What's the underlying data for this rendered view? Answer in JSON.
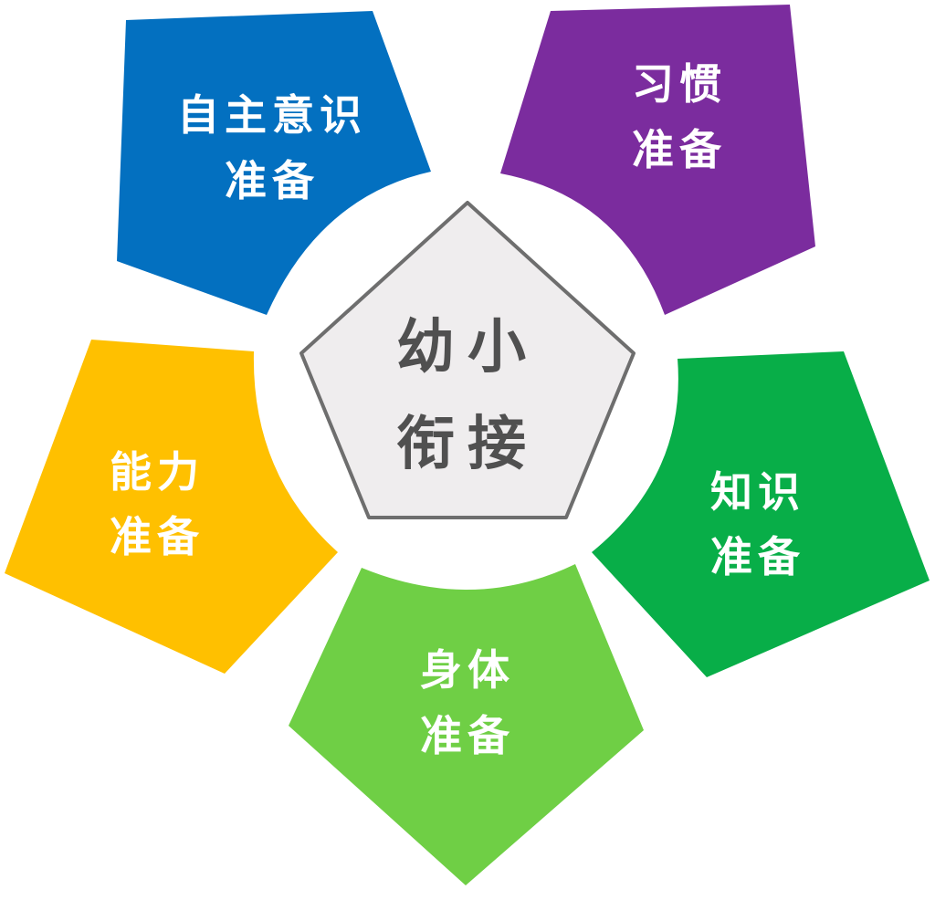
{
  "center": {
    "line1": "幼小",
    "line2": "衔接"
  },
  "petals": [
    {
      "id": "self-awareness",
      "line1": "自主意识",
      "line2": "准备",
      "color": "#0370C0"
    },
    {
      "id": "habit",
      "line1": "习惯",
      "line2": "准备",
      "color": "#7B2C9E"
    },
    {
      "id": "knowledge",
      "line1": "知识",
      "line2": "准备",
      "color": "#08AE48"
    },
    {
      "id": "body",
      "line1": "身体",
      "line2": "准备",
      "color": "#6FCF45"
    },
    {
      "id": "ability",
      "line1": "能力",
      "line2": "准备",
      "color": "#FFC000"
    }
  ],
  "colors": {
    "center_fill": "#EFEDEE",
    "center_stroke": "#6E6E6E",
    "center_text": "#505050",
    "petal_text": "#FFFFFF"
  }
}
